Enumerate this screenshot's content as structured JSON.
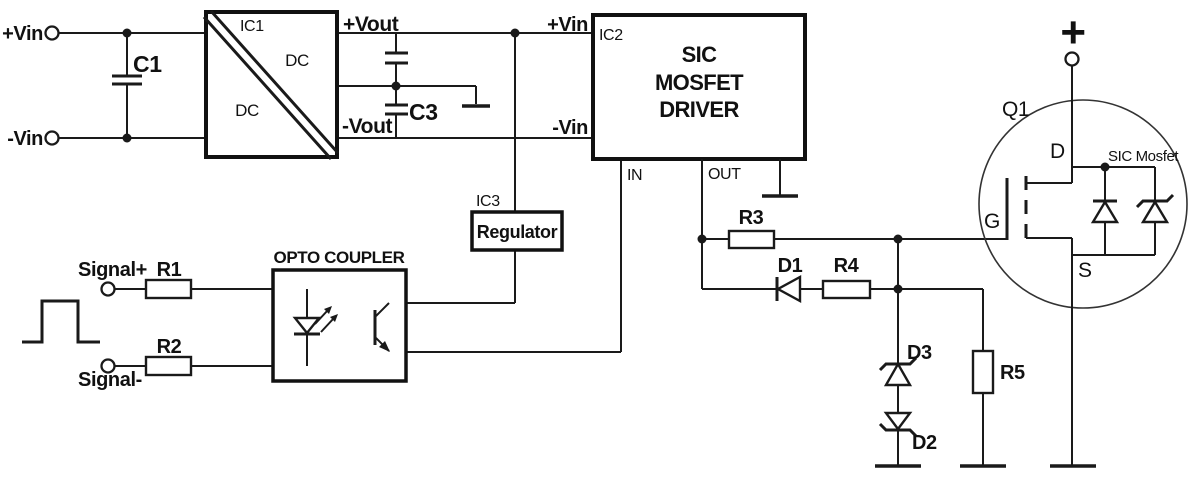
{
  "colors": {
    "background": "#ffffff",
    "line": "#1a1a1a",
    "text": "#111111"
  },
  "input": {
    "vin_plus": "+Vin",
    "vin_minus": "-Vin",
    "cap": "C1"
  },
  "converter": {
    "ref": "IC1",
    "label_top": "DC",
    "label_bottom": "DC",
    "vout_plus": "+Vout",
    "vout_minus": "-Vout",
    "cap": "C3"
  },
  "driver": {
    "ref": "IC2",
    "title_line1": "SIC",
    "title_line2": "MOSFET",
    "title_line3": "DRIVER",
    "pin_vin_plus": "+Vin",
    "pin_vin_minus": "-Vin",
    "pin_in": "IN",
    "pin_out": "OUT"
  },
  "regulator": {
    "ref": "IC3",
    "label": "Regulator"
  },
  "opto": {
    "title": "OPTO COUPLER",
    "signal_plus": "Signal+",
    "signal_minus": "Signal-",
    "r1": "R1",
    "r2": "R2"
  },
  "gate_network": {
    "r3": "R3",
    "r4": "R4",
    "r5": "R5",
    "d1": "D1",
    "d2": "D2",
    "d3": "D3"
  },
  "mosfet": {
    "ref": "Q1",
    "drain": "D",
    "gate": "G",
    "source": "S",
    "note": "SIC Mosfet",
    "supply_plus": "+"
  }
}
